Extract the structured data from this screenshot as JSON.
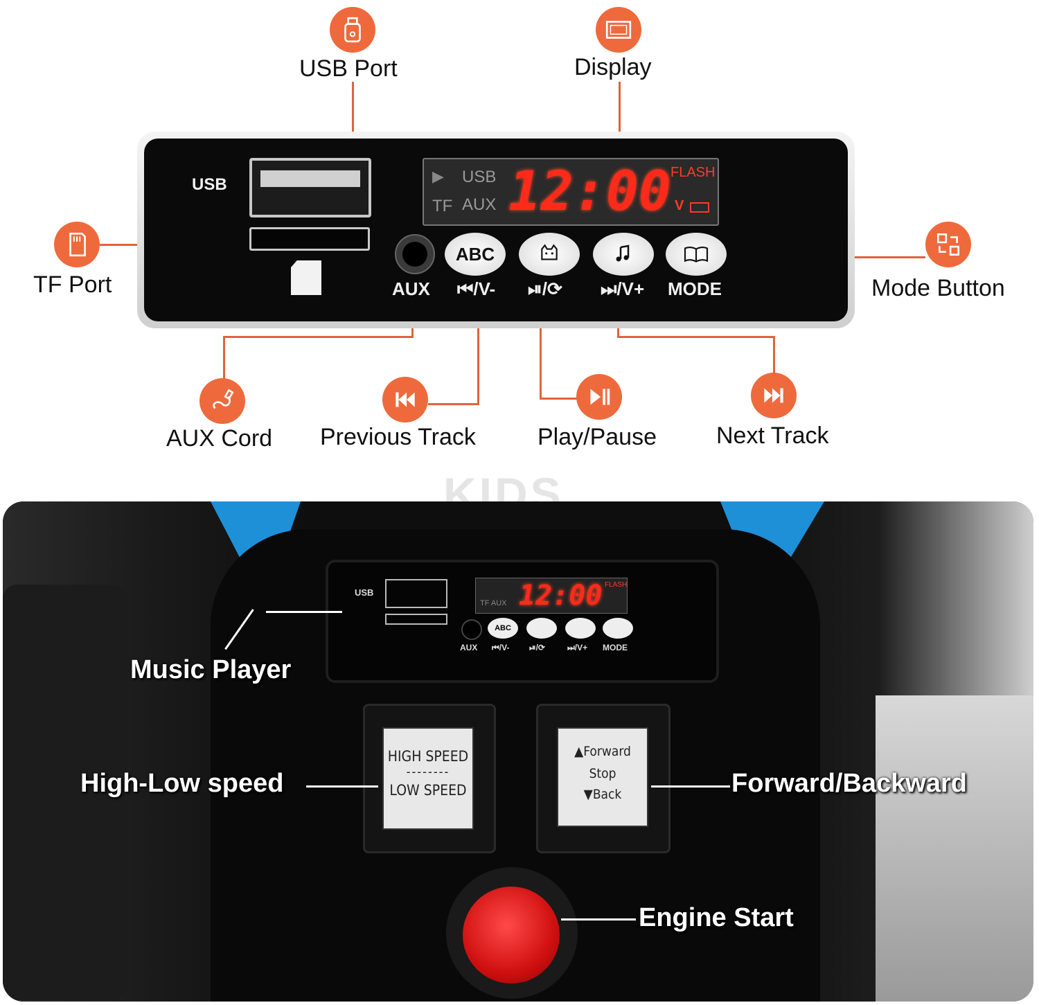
{
  "callouts": {
    "usb_port": "USB Port",
    "display": "Display",
    "tf_port": "TF Port",
    "mode_button": "Mode Button",
    "aux_cord": "AUX Cord",
    "previous_track": "Previous Track",
    "play_pause": "Play/Pause",
    "next_track": "Next Track"
  },
  "panel": {
    "usb_label": "USB",
    "display": {
      "play_symbol": "▶",
      "usb": "USB",
      "tf": "TF",
      "aux": "AUX",
      "time": "12:00",
      "flash": "FLASH",
      "v": "V"
    },
    "buttons": {
      "abc": "ABC",
      "aux": "AUX",
      "prev": "⏮/V-",
      "play": "⏯/⟳",
      "next": "⏭/V+",
      "mode": "MODE"
    }
  },
  "photo": {
    "music_player": "Music Player",
    "high_low_speed": "High-Low speed",
    "forward_backward": "Forward/Backward",
    "engine_start": "Engine Start",
    "speed_switch": {
      "high": "HIGH SPEED",
      "divider": "--------",
      "low": "LOW SPEED"
    },
    "direction_switch": {
      "forward": "▲Forward",
      "stop": "Stop",
      "back": "▼Back"
    },
    "mini_panel": {
      "usb": "USB",
      "flash": "FLASH",
      "time": "12:00",
      "tf_aux": "TF AUX",
      "abc": "ABC",
      "aux": "AUX",
      "prev": "⏮/V-",
      "play": "⏯/⟳",
      "next": "⏭/V+",
      "mode": "MODE"
    }
  },
  "watermark": "KIDS",
  "colors": {
    "accent": "#ee6a3c",
    "segment": "#ff2a1a",
    "panel": "#0a0a0a"
  }
}
